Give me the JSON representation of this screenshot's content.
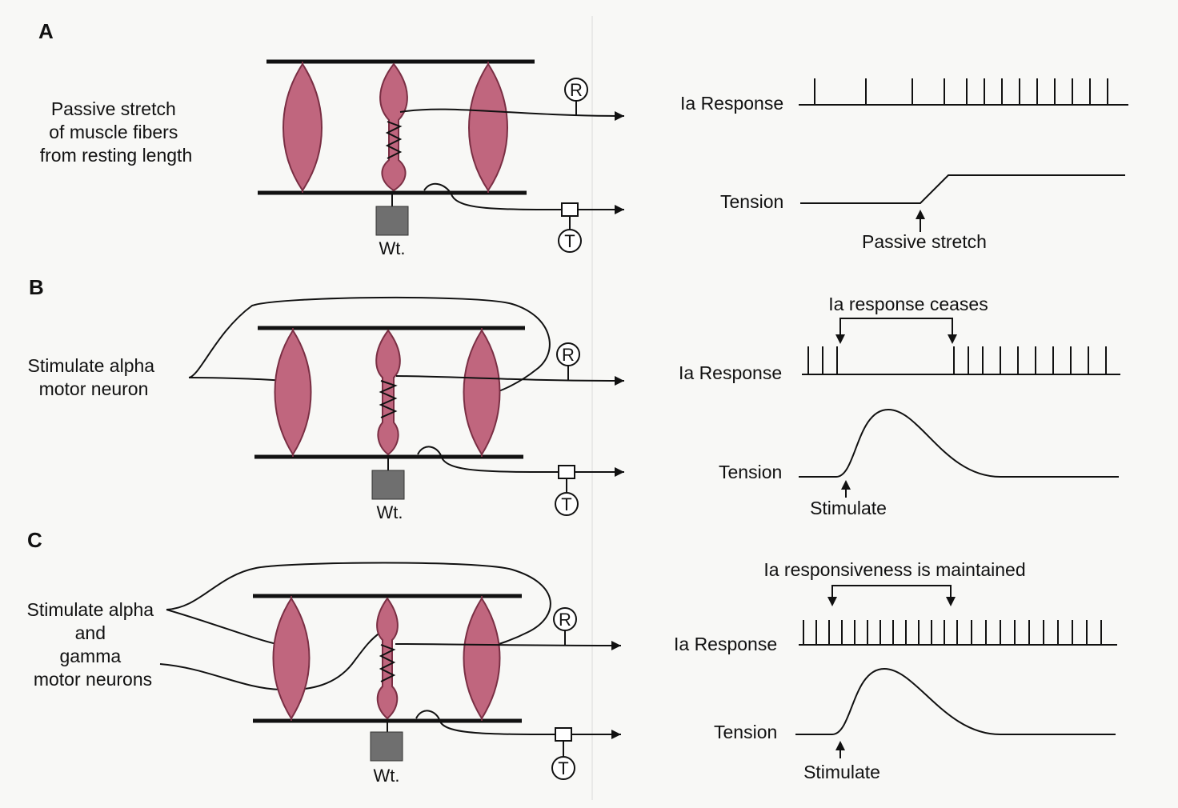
{
  "colors": {
    "muscle": "#c0667e",
    "muscle_stroke": "#7a2f44",
    "line": "#111111",
    "weight": "#6f6f6f",
    "background": "#f8f8f6"
  },
  "panels": [
    {
      "letter": "A",
      "side_label": [
        "Passive stretch",
        "of muscle fibers",
        "from resting length"
      ],
      "weight_label": "Wt.",
      "receptor_label": "R",
      "tension_gauge_label": "T",
      "response_label": "Ia Response",
      "tension_label": "Tension",
      "event_label": "Passive stretch",
      "spike_bar_label": ""
    },
    {
      "letter": "B",
      "side_label": [
        "Stimulate alpha",
        "motor neuron"
      ],
      "weight_label": "Wt.",
      "receptor_label": "R",
      "tension_gauge_label": "T",
      "response_label": "Ia Response",
      "tension_label": "Tension",
      "event_label": "Stimulate",
      "spike_bar_label": "Ia response ceases"
    },
    {
      "letter": "C",
      "side_label": [
        "Stimulate alpha",
        "and",
        "gamma",
        "motor neurons"
      ],
      "weight_label": "Wt.",
      "receptor_label": "R",
      "tension_gauge_label": "T",
      "response_label": "Ia Response",
      "tension_label": "Tension",
      "event_label": "Stimulate",
      "spike_bar_label": "Ia responsiveness is maintained"
    }
  ]
}
